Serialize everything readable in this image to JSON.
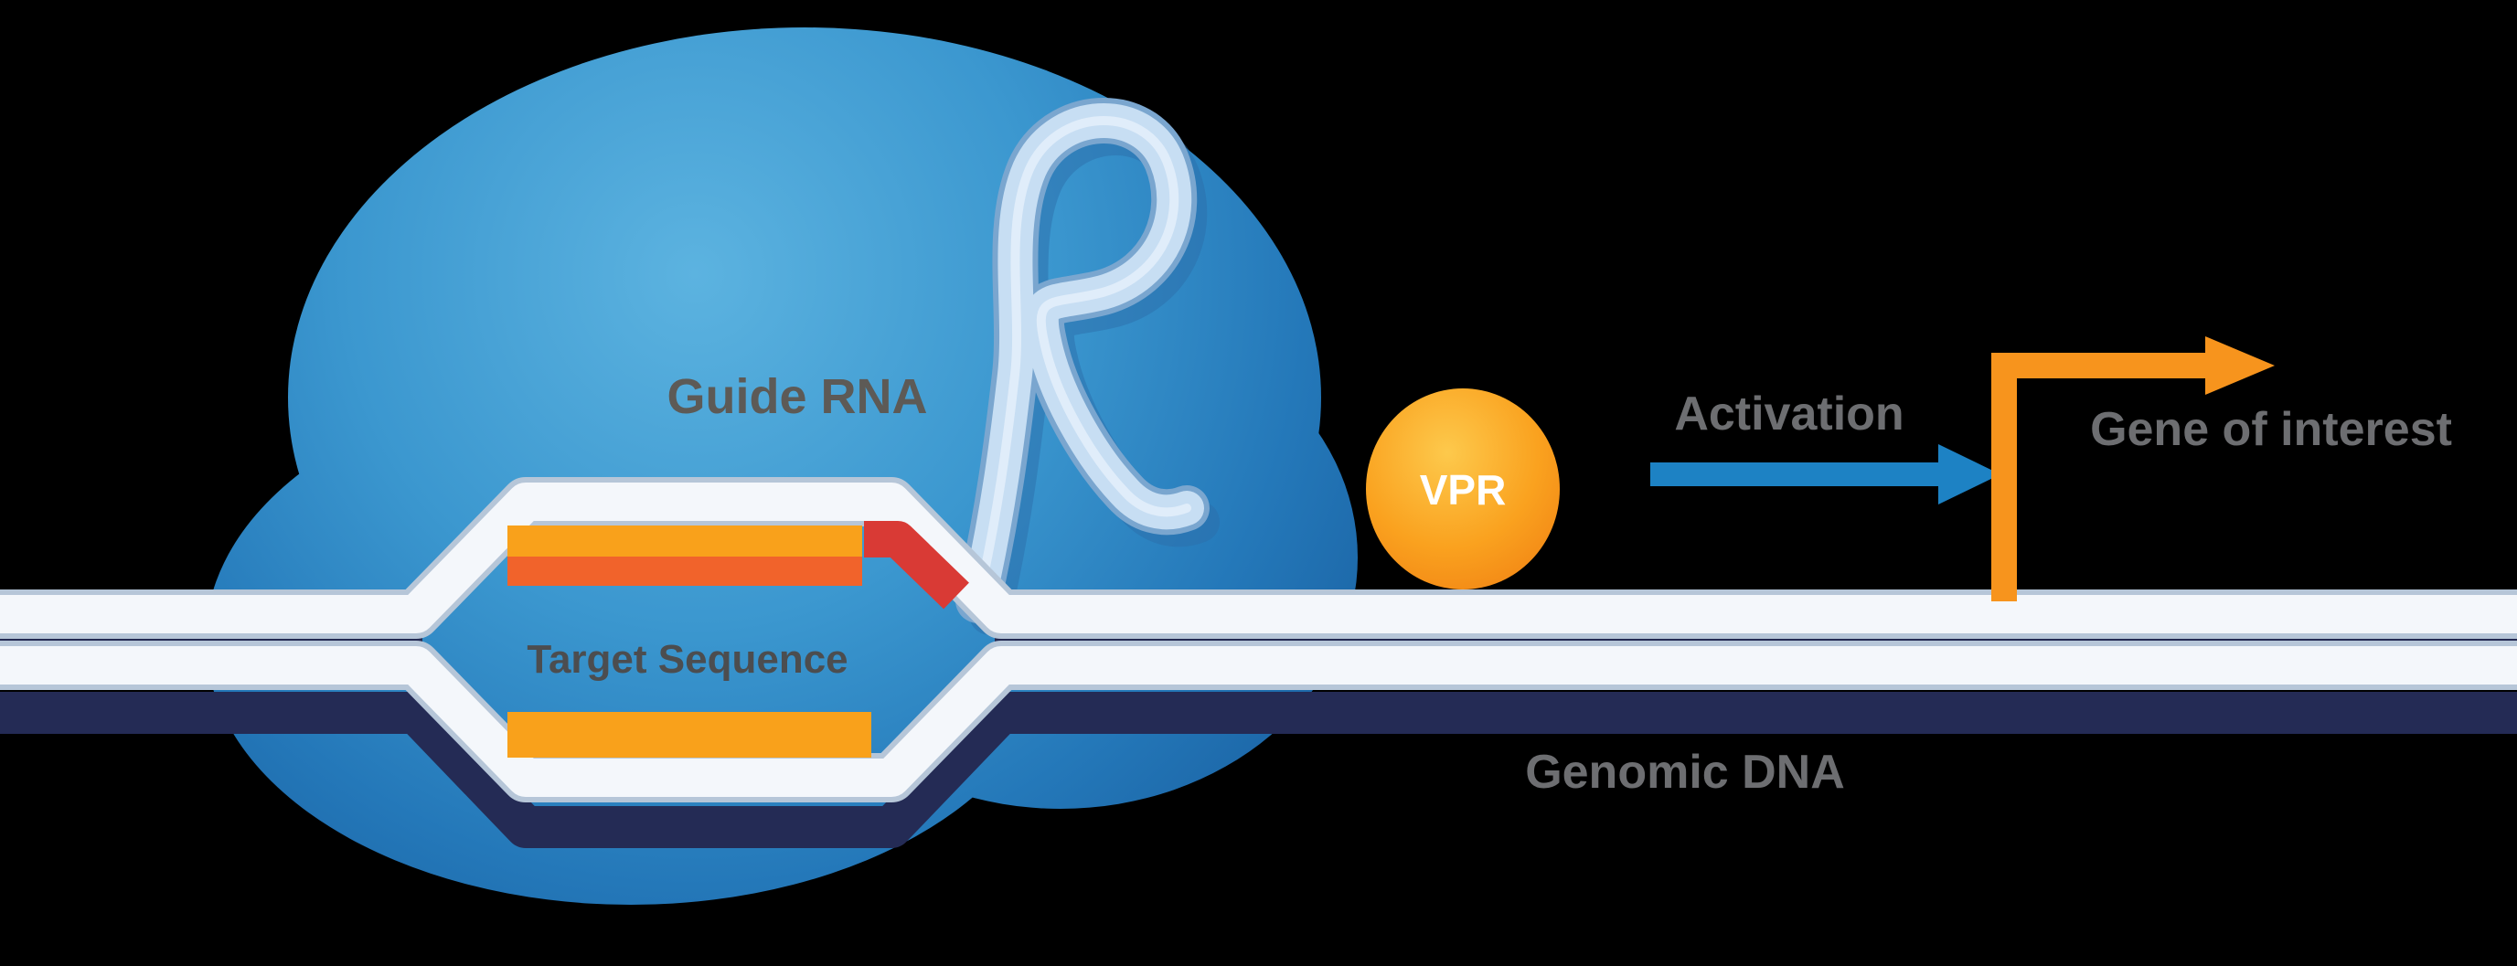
{
  "diagram": {
    "labels": {
      "guide_rna": "Guide RNA",
      "target_sequence": "Target Sequence",
      "vpr": "VPR",
      "activation": "Activation",
      "gene_of_interest": "Gene of interest",
      "genomic_dna": "Genomic DNA"
    },
    "colors": {
      "background": "#000000",
      "protein_body": "#3b97cf",
      "protein_highlight": "#5cb3e0",
      "protein_edge": "#1b64a5",
      "guide_rna_ribbon": "#c7def3",
      "guide_rna_edge": "#7aa6cf",
      "dna_strand": "#f4f7fb",
      "dna_strand_edge": "#b6c6d8",
      "dna_shadow": "#242b55",
      "target_bar": "#f9a11b",
      "target_bar_inner": "#f1632b",
      "pam_segment": "#d93a35",
      "vpr_center": "#fdc94c",
      "vpr_edge": "#f07f12",
      "activation_arrow": "#1d82c4",
      "gene_arrow": "#f7941d",
      "label_gray": "#6d6e71",
      "guide_label": "#5d5a56",
      "target_label": "#4c4d4f",
      "vpr_label": "#ffffff"
    }
  }
}
